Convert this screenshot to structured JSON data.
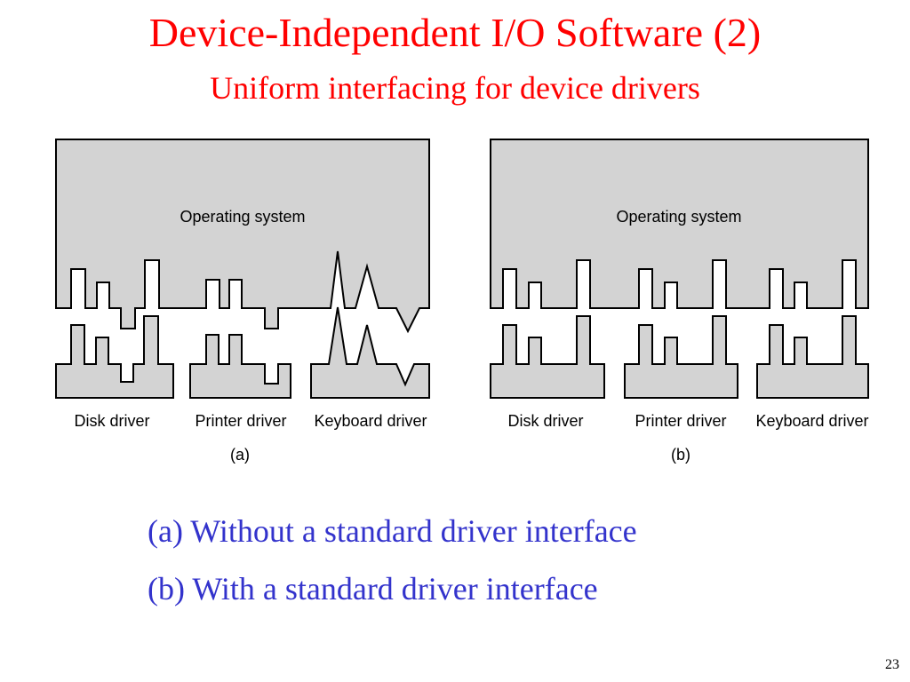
{
  "slide": {
    "title": "Device-Independent I/O Software (2)",
    "subtitle": "Uniform interfacing for device drivers",
    "page_number": "23"
  },
  "colors": {
    "title": "#ff0000",
    "caption": "#3333cc",
    "box_fill": "#d3d3d3",
    "stroke": "#000000"
  },
  "diagram": {
    "panel_a": {
      "os_label": "Operating system",
      "drivers": [
        "Disk driver",
        "Printer driver",
        "Keyboard driver"
      ],
      "panel_label": "(a)"
    },
    "panel_b": {
      "os_label": "Operating system",
      "drivers": [
        "Disk driver",
        "Printer driver",
        "Keyboard driver"
      ],
      "panel_label": "(b)"
    }
  },
  "captions": [
    "(a) Without a standard driver interface",
    "(b) With a standard driver interface"
  ]
}
